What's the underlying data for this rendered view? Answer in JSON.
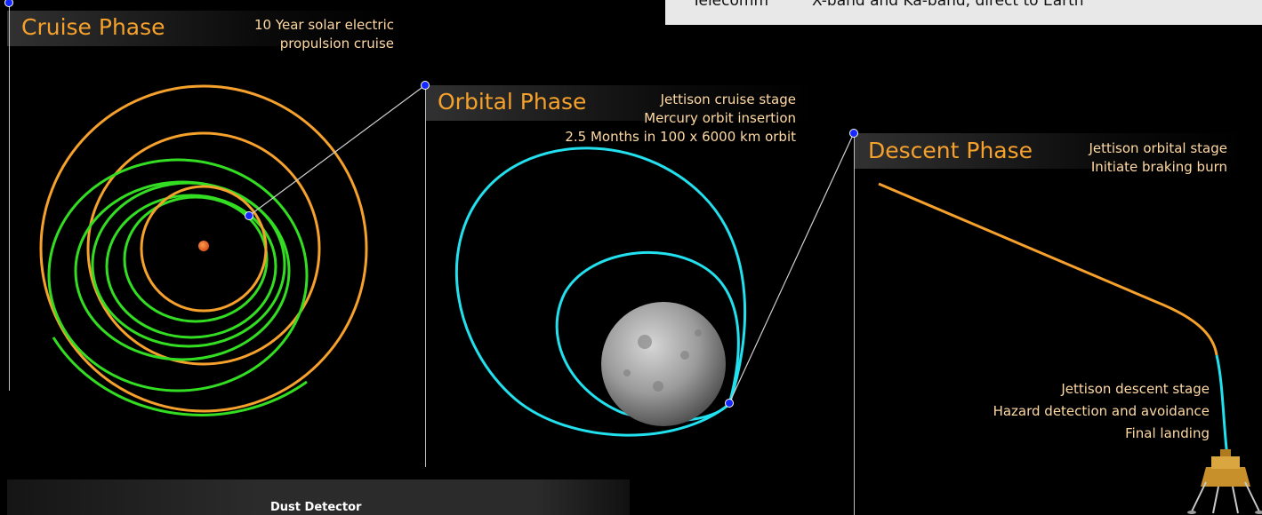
{
  "telecom": {
    "label": "Telecomm",
    "value": "X-band and Ka-band, direct to Earth"
  },
  "cruise": {
    "title": "Cruise Phase",
    "desc": [
      "10 Year solar electric",
      "propulsion cruise"
    ]
  },
  "orbital": {
    "title": "Orbital Phase",
    "desc": [
      "Jettison cruise stage",
      "Mercury orbit insertion",
      "2.5 Months in 100 x 6000 km orbit"
    ]
  },
  "descent": {
    "title": "Descent Phase",
    "desc": [
      "Jettison orbital stage",
      "Initiate braking burn"
    ],
    "landing_desc": [
      "Jettison descent stage",
      "Hazard detection and avoidance",
      "Final landing"
    ]
  },
  "bottom_panel": {
    "label": "Dust Detector"
  },
  "colors": {
    "title": "#f5a12c",
    "desc": "#ffd9a3",
    "orange_orbit": "#f5a12c",
    "green_orbit": "#33dd22",
    "cyan_orbit": "#22e0ee",
    "marker": "#1428ff"
  }
}
